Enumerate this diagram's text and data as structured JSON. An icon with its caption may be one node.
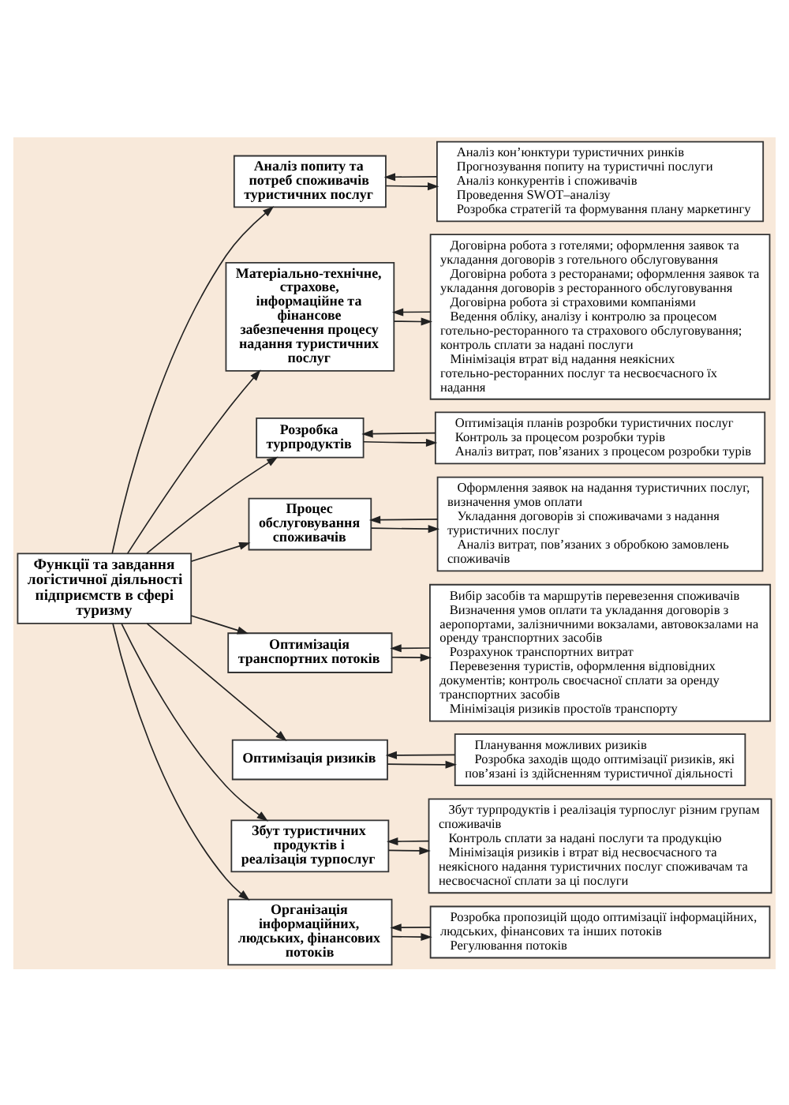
{
  "diagram": {
    "nodes": [
      {
        "text": [
          "Функції та завдання логістичної діяльності підприємств в сфері туризму"
        ]
      },
      {
        "text": [
          "Аналіз попиту та потреб споживачів туристичних послуг"
        ]
      },
      {
        "text": [
          "Аналіз кон’юнктури туристичних ринків",
          "Прогнозування попиту на туристичні послуги",
          "Аналіз конкурентів і споживачів",
          "Проведення SWOT–аналізу",
          "Розробка стратегій та формування плану маркетингу"
        ]
      },
      {
        "text": [
          "Матеріально-технічне, страхове, інформаційне та фінансове забезпечення процесу надання туристичних послуг"
        ]
      },
      {
        "text": [
          "Договірна робота з готелями; оформлення заявок та укладання договорів з готельного обслуговування",
          "Договірна робота з ресторанами; оформлення заявок та укладання договорів з ресторанного обслуговування",
          "Договірна робота зі страховими компаніями",
          "Ведення обліку, аналізу і контролю за процесом готельно-ресторанного та страхового обслуговування; контроль сплати за надані послуги",
          "Мінімізація втрат від надання неякісних готельно-ресторанних послуг та несвоєчасного їх надання"
        ]
      },
      {
        "text": [
          "Розробка турпродуктів"
        ]
      },
      {
        "text": [
          "Оптимізація планів розробки туристичних послуг",
          "Контроль за процесом розробки турів",
          "Аналіз витрат, пов’язаних з процесом розробки турів"
        ]
      },
      {
        "text": [
          "Процес обслуговування споживачів"
        ]
      },
      {
        "text": [
          "Оформлення заявок на надання туристичних послуг, визначення умов оплати",
          "Укладання договорів зі споживачами з надання туристичних послуг",
          "Аналіз витрат, пов’язаних з обробкою замовлень споживачів"
        ]
      },
      {
        "text": [
          "Оптимізація транспортних потоків"
        ]
      },
      {
        "text": [
          "Вибір засобів та маршрутів перевезення споживачів",
          "Визначення умов оплати та укладання договорів з аеропортами, залізничними вокзалами, автовокзалами на оренду транспортних засобів",
          "Розрахунок транспортних витрат",
          "Перевезення туристів, оформлення відповідних документів; контроль своєчасної сплати за оренду транспортних засобів",
          "Мінімізація ризиків простоїв транспорту"
        ]
      },
      {
        "text": [
          "Оптимізація ризиків"
        ]
      },
      {
        "text": [
          "Планування можливих ризиків",
          "Розробка заходів щодо оптимізації ризиків, які пов’язані із здійсненням туристичної діяльності"
        ]
      },
      {
        "text": [
          "Збут туристичних продуктів і реалізація турпослуг"
        ]
      },
      {
        "text": [
          "Збут турпродуктів і реалізація турпослуг різним групам споживачів",
          "Контроль сплати за надані послуги та продукцію",
          "Мінімізація ризиків і втрат від несвоєчасного та неякісного надання туристичних послуг споживачам та несвоєчасної сплати за ці послуги"
        ]
      },
      {
        "text": [
          "Організація інформаційних, людських, фінансових потоків"
        ]
      },
      {
        "text": [
          "Розробка пропозицій щодо оптимізації інформаційних, людських, фінансових та інших потоків",
          "Регулювання потоків"
        ]
      }
    ],
    "edges": [
      {
        "from": 0,
        "to": 1,
        "arrow": "to"
      },
      {
        "from": 1,
        "to": 2,
        "arrow": "to"
      },
      {
        "from": 2,
        "to": 1,
        "arrow": "to"
      },
      {
        "from": 0,
        "to": 3,
        "arrow": "to"
      },
      {
        "from": 3,
        "to": 4,
        "arrow": "to"
      },
      {
        "from": 4,
        "to": 3,
        "arrow": "to"
      },
      {
        "from": 0,
        "to": 5,
        "arrow": "to"
      },
      {
        "from": 5,
        "to": 6,
        "arrow": "to"
      },
      {
        "from": 6,
        "to": 5,
        "arrow": "to"
      },
      {
        "from": 0,
        "to": 7,
        "arrow": "to"
      },
      {
        "from": 7,
        "to": 8,
        "arrow": "to"
      },
      {
        "from": 8,
        "to": 7,
        "arrow": "to"
      },
      {
        "from": 0,
        "to": 9,
        "arrow": "to"
      },
      {
        "from": 9,
        "to": 10,
        "arrow": "to"
      },
      {
        "from": 10,
        "to": 9,
        "arrow": "to"
      },
      {
        "from": 0,
        "to": 11,
        "arrow": "to"
      },
      {
        "from": 11,
        "to": 12,
        "arrow": "to"
      },
      {
        "from": 12,
        "to": 11,
        "arrow": "to"
      },
      {
        "from": 0,
        "to": 13,
        "arrow": "to"
      },
      {
        "from": 13,
        "to": 14,
        "arrow": "to"
      },
      {
        "from": 14,
        "to": 13,
        "arrow": "to"
      },
      {
        "from": 0,
        "to": 15,
        "arrow": "to"
      },
      {
        "from": 15,
        "to": 16,
        "arrow": "to"
      },
      {
        "from": 16,
        "to": 15,
        "arrow": "to"
      }
    ]
  }
}
